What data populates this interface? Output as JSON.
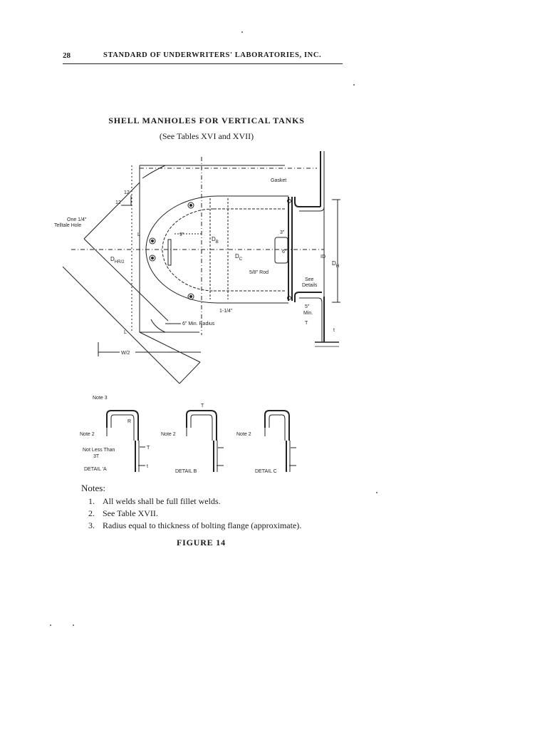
{
  "header": {
    "page_number": "28",
    "running_title": "STANDARD OF UNDERWRITERS' LABORATORIES, INC."
  },
  "figure": {
    "title": "SHELL MANHOLES FOR VERTICAL TANKS",
    "subtitle": "(See Tables XVI and XVII)",
    "caption": "FIGURE 14",
    "labels": {
      "gasket": "Gasket",
      "telltale_1": "One 1/4\"",
      "telltale_2": "Telltale Hole",
      "dim_12_top": "12",
      "dim_12_side": "12",
      "dim_l_upper": "L",
      "dim_l_lower": "L",
      "dim_9": "9\"",
      "dim_db": "D",
      "dim_db_sub": "B",
      "dim_dc": "D",
      "dim_dc_sub": "C",
      "dim_dhr": "D",
      "dim_dhr_sub": "HR/2",
      "dim_3": "3\"",
      "dim_6": "6\"",
      "rod": "5/8\" Rod",
      "dim_id": "ID",
      "dim_dh": "D",
      "dim_dh_sub": "H",
      "see_details_1": "See",
      "see_details_2": "Details",
      "dim_5_min_1": "5\"",
      "dim_5_min_2": "Min.",
      "dim_1_1_4": "1-1/4\"",
      "min_radius": "6\" Min. Radius",
      "dim_t": "T",
      "dim_t_small": "t",
      "dim_w2": "W/2"
    },
    "details": {
      "note3": "Note 3",
      "note2_a": "Note 2",
      "note2_b": "Note 2",
      "note2_c": "Note 2",
      "not_less_1": "Not Less Than",
      "not_less_2": "3T",
      "r_label": "R",
      "detail_a": "DETAIL 'A",
      "detail_b": "DETAIL B",
      "detail_c": "DETAIL C",
      "t_upper": "T",
      "t_lower": "T",
      "t_small": "t"
    }
  },
  "notes": {
    "heading": "Notes:",
    "items": [
      {
        "num": "1.",
        "text": "All welds shall be full fillet welds."
      },
      {
        "num": "2.",
        "text": "See Table XVII."
      },
      {
        "num": "3.",
        "text": "Radius equal to thickness of bolting flange (approximate)."
      }
    ]
  }
}
